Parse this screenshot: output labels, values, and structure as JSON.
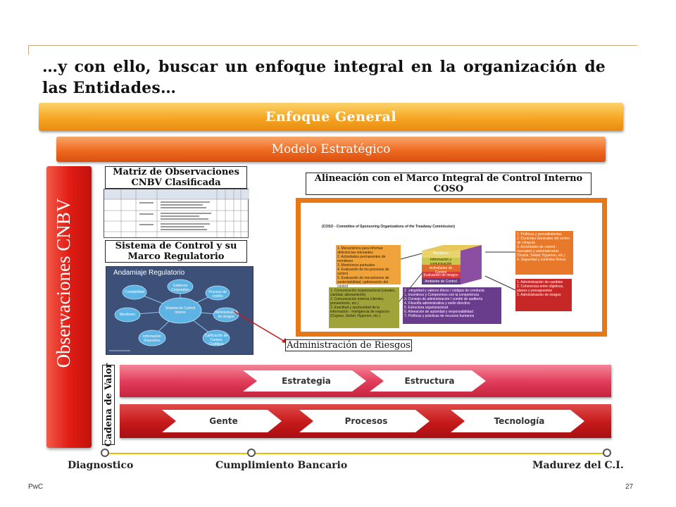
{
  "slide": {
    "title": "…y con ello, buscar un enfoque integral en la organización de las Entidades…",
    "enfoque_general": "Enfoque General",
    "modelo_estrategico": "Modelo Estratégico",
    "observaciones": "Observaciones CNBV",
    "matriz_label": "Matriz de Observaciones CNBV Clasificada",
    "sistema_label": "Sistema de Control y su Marco Regulatorio",
    "alineacion_label": "Alineación con el Marco Integral de Control Interno COSO",
    "admin_riesgos": "Administración de Riesgos",
    "cadena_valor": "Cadena de Valor",
    "band1_items": [
      "Estrategia",
      "Estructura"
    ],
    "band2_items": [
      "Gente",
      "Procesos",
      "Tecnología"
    ],
    "timeline": [
      "Diagnostico",
      "Cumplimiento Bancario",
      "Madurez del C.I."
    ],
    "footer_left": "PwC",
    "page_number": "27"
  },
  "regulatorio": {
    "title": "Andamiaje Regulatorio",
    "center": "Sistema de Control Interno",
    "nodes": [
      "Gobierno Corporativo",
      "Proceso de crédito",
      "Administración de riesgos",
      "Calificación de Cartera Crediticia",
      "Información Financiera",
      "Monitoreo",
      "Contabilidad"
    ]
  },
  "coso": {
    "header": "(COSO - Committee of Sponsoring Organizations of the Treadway Commission)",
    "cube_layers": [
      "Monitoreo",
      "Información y comunicación",
      "Actividades de Control",
      "Evaluación de riesgos",
      "Ambiente de Control"
    ],
    "left_top": [
      "1. Mecanismos para informar deficiencias relevantes",
      "2. Actividades permanentes de monitoreo",
      "3. Monitoreos puntuales",
      "4. Evaluación de los procesos de control",
      "5. Evaluación de mecanismos de sustentabilidad, optimización del control"
    ],
    "left_bottom": [
      "1. Comunicación organizacional (canales, claridad, alineamiento)",
      "2. Comunicación externa (clientes, proveedores, etc.)",
      "3. Exactitud y oportunidad de la información - Inteligencia de negocios (Cognos, Siebel, Hyperion, etc.)"
    ],
    "center_bottom": [
      "1. Integridad y valores éticos / códigos de conducta",
      "2. Incentivos y Compromiso con la competencia",
      "3. Consejo de administración / comité de auditoría",
      "4. Filosofía administrativa y estilo directivo",
      "5. Estructura organizacional",
      "6. Alineación de autoridad y responsabilidad",
      "7. Políticas y prácticas de recursos humanos"
    ],
    "right_top": [
      "1. Políticas y procedimientos",
      "2. Controles Generales del centro de cómputo",
      "3. Actividades de control - manuales y automatizadas (Oracle, Siebel, Hyperion, etc.)",
      "4. Seguridad y controles físicos"
    ],
    "right_bottom": [
      "1. Administración de cambios",
      "2. Coherencia entre objetivos, planes y presupuestos",
      "3. Administración de riesgos"
    ]
  },
  "colors": {
    "enfoque": "#f6a623",
    "modelo": "#ef6a21",
    "observaciones": "#e11d14",
    "coso_frame": "#e67817",
    "timeline": "#e0c200"
  }
}
